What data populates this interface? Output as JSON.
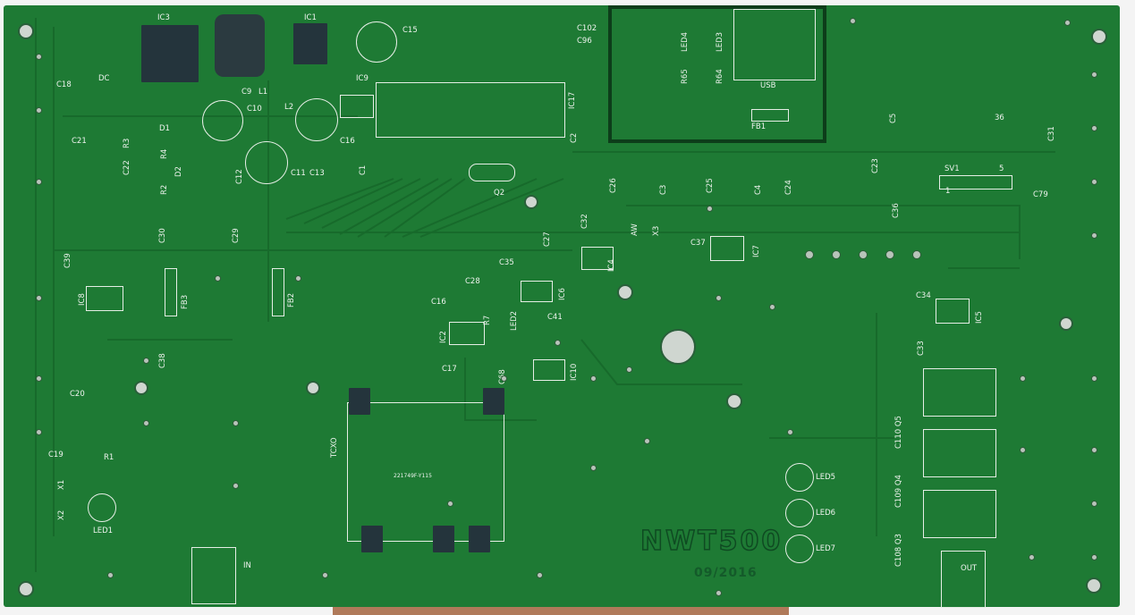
{
  "board": {
    "name": "NWT500",
    "date": "09/2016",
    "colors": {
      "soldermask": "#1e7a34",
      "silkscreen": "#eef3ee",
      "pad": "#24343c"
    }
  },
  "labels": [
    "IC3",
    "IC1",
    "C15",
    "C102",
    "C96",
    "DC",
    "C18",
    "C9",
    "L1",
    "C10",
    "L2",
    "IC9",
    "IC17",
    "C16",
    "C2",
    "D1",
    "R3",
    "R4",
    "C21",
    "C22",
    "D2",
    "R2",
    "C12",
    "C11",
    "C13",
    "C1",
    "Q2",
    "C26",
    "C3",
    "C25",
    "C4",
    "C24",
    "C23",
    "C5",
    "36",
    "C31",
    "SV1",
    "5",
    "1",
    "C79",
    "C36",
    "C30",
    "C29",
    "C27",
    "C32",
    "AW",
    "X3",
    "C37",
    "IC7",
    "IC4",
    "C39",
    "IC8",
    "FB3",
    "FB2",
    "C35",
    "C28",
    "IC6",
    "C16",
    "IC2",
    "R7",
    "LED2",
    "C41",
    "C34",
    "IC5",
    "C33",
    "C38",
    "C17",
    "C68",
    "IC10",
    "C20",
    "TCXO",
    "221749F-Y115",
    "C19",
    "R1",
    "X1",
    "X2",
    "LED1",
    "LED5",
    "LED6",
    "LED7",
    "C110 Q5",
    "C109 Q4",
    "C108 Q3",
    "IN",
    "OUT",
    "LED4",
    "LED3",
    "R65",
    "R64",
    "USB",
    "FB1"
  ]
}
